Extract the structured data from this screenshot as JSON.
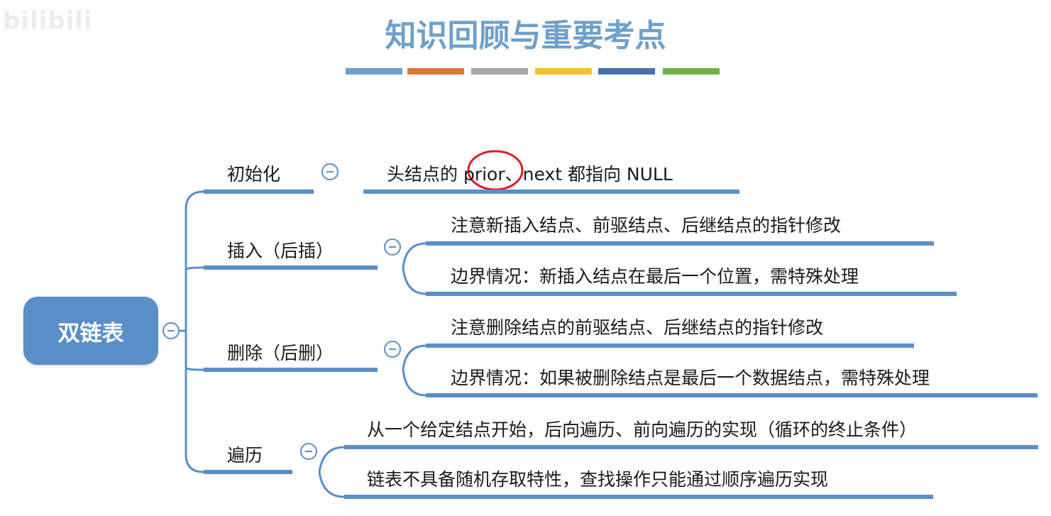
{
  "watermark": "bilibili",
  "title": "知识回顾与重要考点",
  "color_bars": [
    "#6ea0cb",
    "#e0763b",
    "#a6a6a6",
    "#f2c12e",
    "#4a6fb0",
    "#6fb04a"
  ],
  "root": {
    "label": "双链表"
  },
  "branches": [
    {
      "label": "初始化",
      "details": [
        {
          "before": "头结点的 ",
          "circled": "prior",
          "after": "、next 都指向 NULL",
          "annotation": "red-circle"
        }
      ]
    },
    {
      "label": "插入（后插）",
      "details": [
        {
          "text": "注意新插入结点、前驱结点、后继结点的指针修改"
        },
        {
          "text": "边界情况：新插入结点在最后一个位置，需特殊处理"
        }
      ]
    },
    {
      "label": "删除（后删）",
      "details": [
        {
          "text": "注意删除结点的前驱结点、后继结点的指针修改"
        },
        {
          "text": "边界情况：如果被删除结点是最后一个数据结点，需特殊处理"
        }
      ]
    },
    {
      "label": "遍历",
      "details": [
        {
          "text": "从一个给定结点开始，后向遍历、前向遍历的实现（循环的终止条件）"
        },
        {
          "text": "链表不具备随机存取特性，查找操作只能通过顺序遍历实现"
        }
      ]
    }
  ],
  "colors": {
    "accent": "#5b8fc7",
    "title": "#6ea0cb",
    "annotation": "#d8202a"
  }
}
